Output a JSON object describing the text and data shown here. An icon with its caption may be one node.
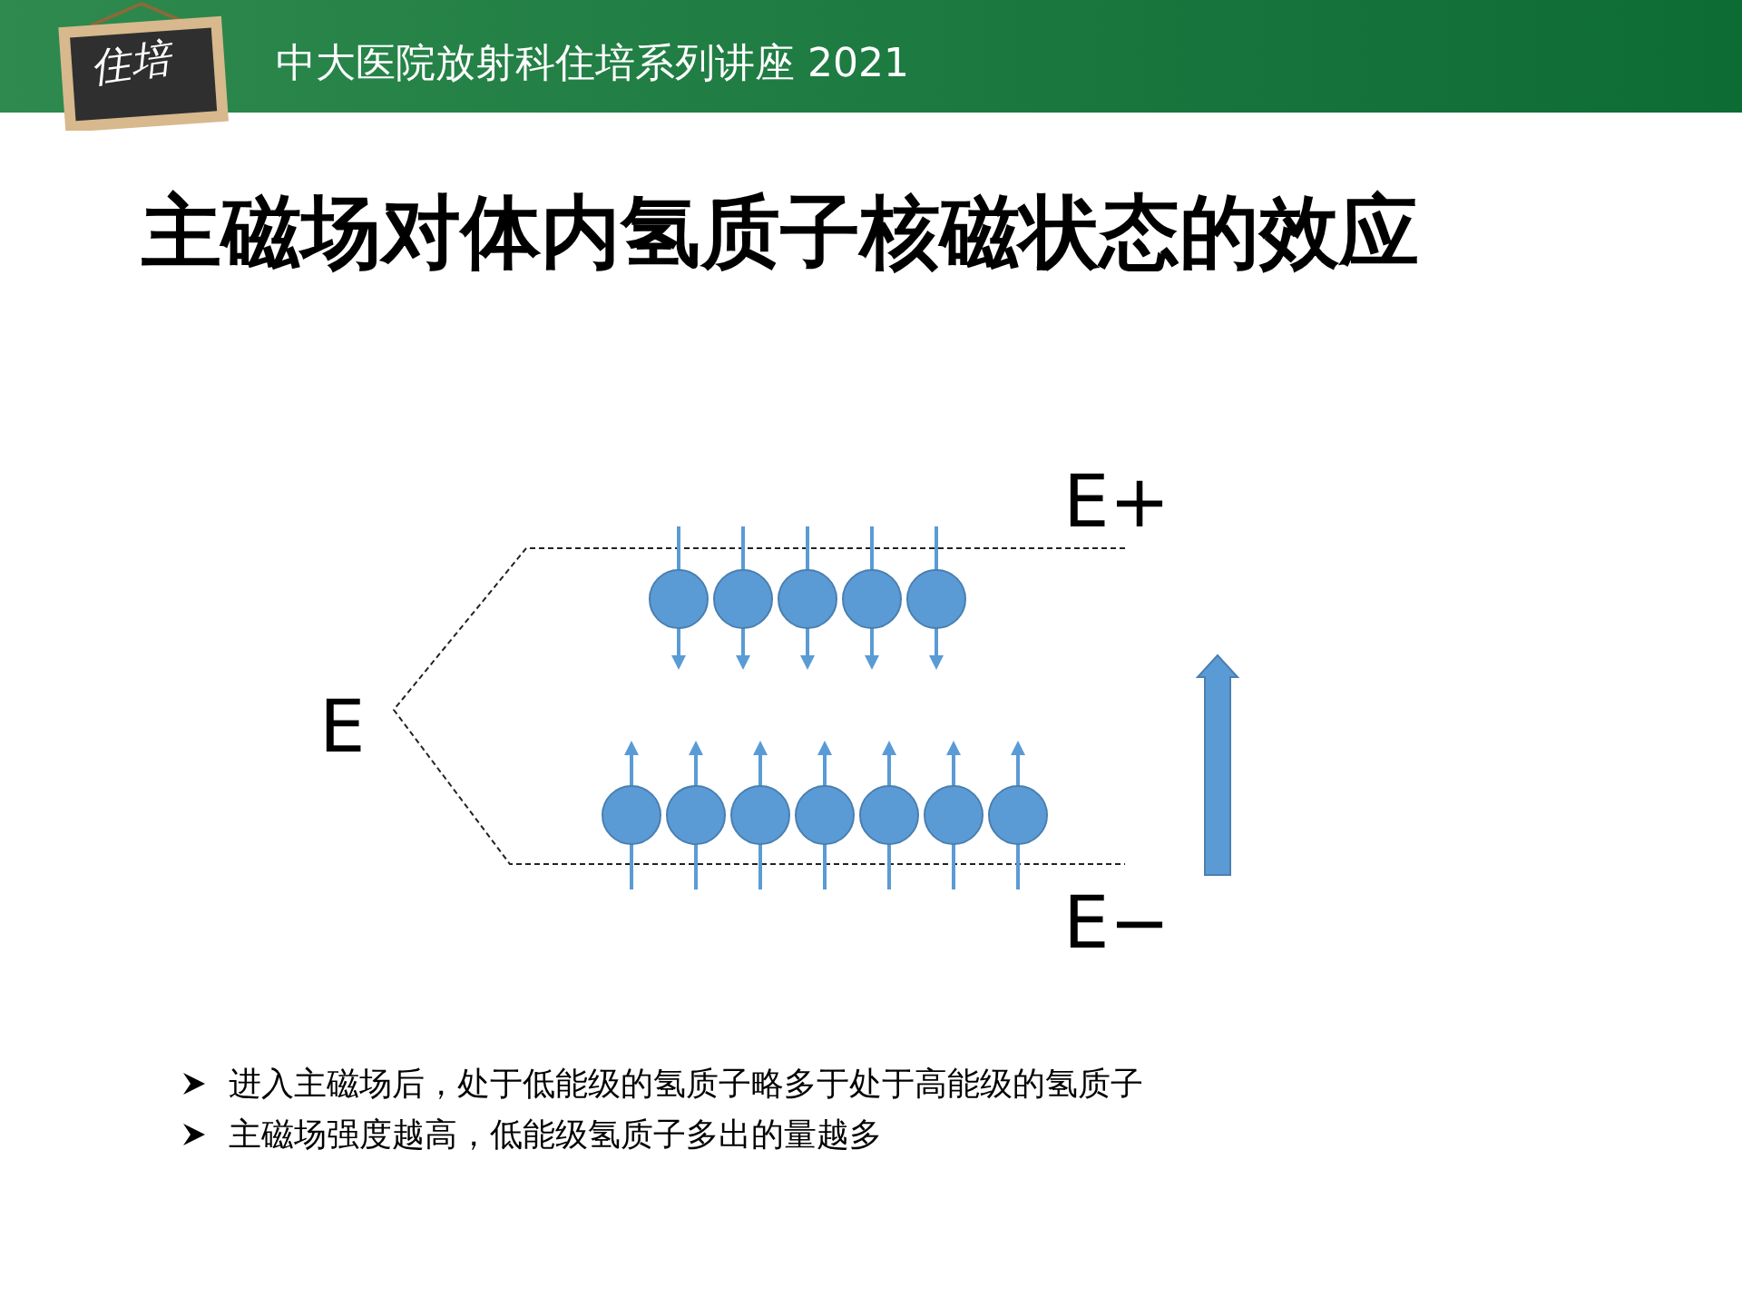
{
  "diagram": {
    "title": "主磁场对体内氢质子核磁状态的效应",
    "labels": [
      "住培",
      "中大医院放射科住培系列讲座 2021",
      "E+",
      "E",
      "E−",
      "进入主磁场后，处于低能级的氢质子略多于处于高能级的氢质子",
      "主磁场强度越高，低能级氢质子多出的量越多"
    ]
  }
}
